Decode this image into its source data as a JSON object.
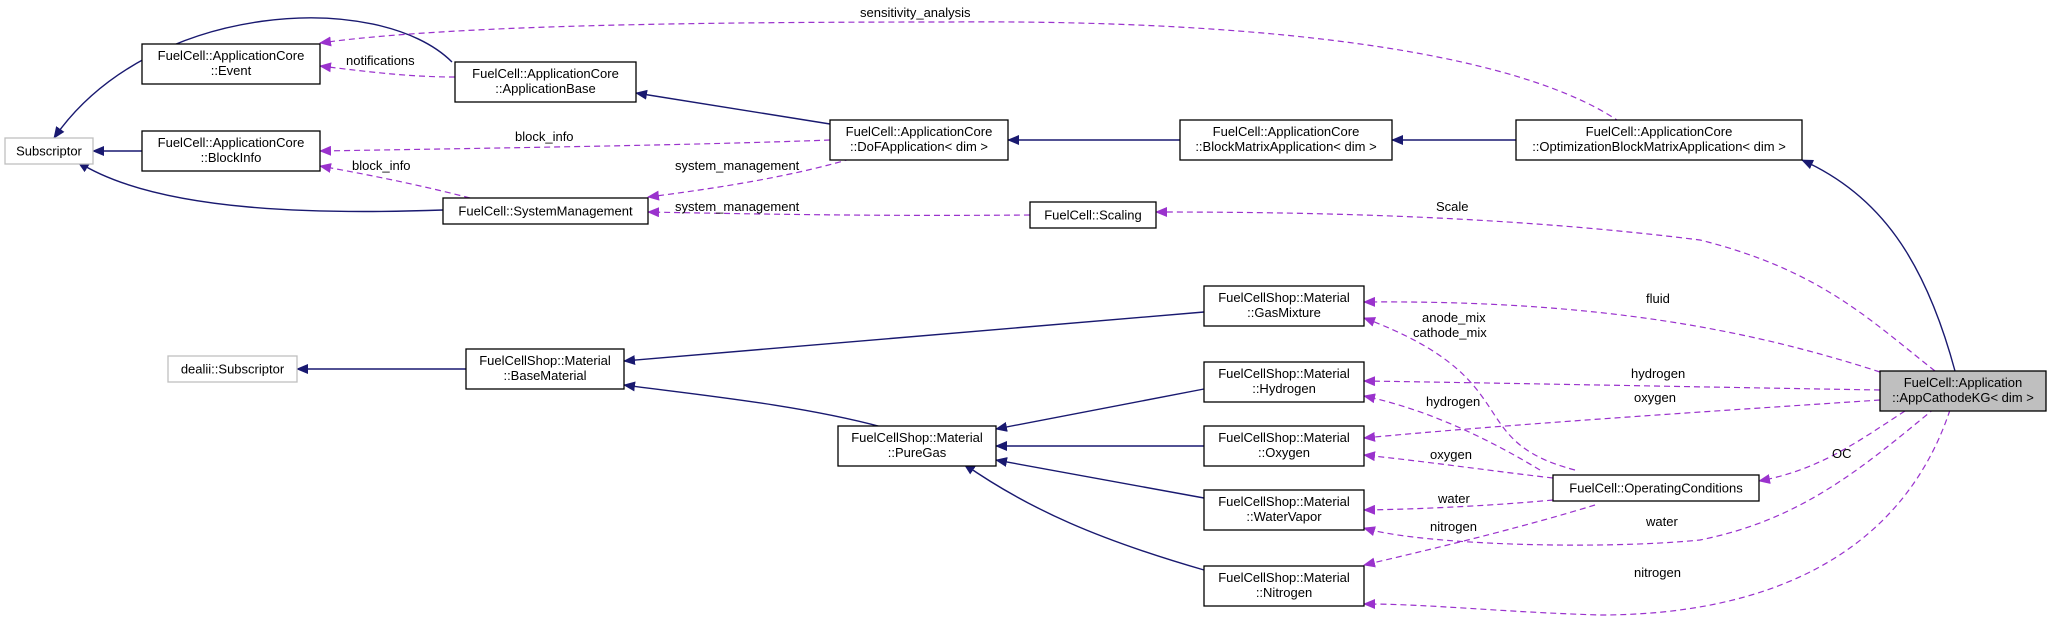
{
  "nodes": {
    "subscriptor": {
      "lines": [
        "Subscriptor"
      ]
    },
    "event": {
      "lines": [
        "FuelCell::ApplicationCore",
        "::Event"
      ]
    },
    "blockinfo": {
      "lines": [
        "FuelCell::ApplicationCore",
        "::BlockInfo"
      ]
    },
    "appbase": {
      "lines": [
        "FuelCell::ApplicationCore",
        "::ApplicationBase"
      ]
    },
    "sysman": {
      "lines": [
        "FuelCell::SystemManagement"
      ]
    },
    "dofapp": {
      "lines": [
        "FuelCell::ApplicationCore",
        "::DoFApplication< dim >"
      ]
    },
    "blockmatrix": {
      "lines": [
        "FuelCell::ApplicationCore",
        "::BlockMatrixApplication< dim >"
      ]
    },
    "optblock": {
      "lines": [
        "FuelCell::ApplicationCore",
        "::OptimizationBlockMatrixApplication< dim >"
      ]
    },
    "scaling": {
      "lines": [
        "FuelCell::Scaling"
      ]
    },
    "dealii": {
      "lines": [
        "dealii::Subscriptor"
      ]
    },
    "basematerial": {
      "lines": [
        "FuelCellShop::Material",
        "::BaseMaterial"
      ]
    },
    "gasmixture": {
      "lines": [
        "FuelCellShop::Material",
        "::GasMixture"
      ]
    },
    "hydrogen": {
      "lines": [
        "FuelCellShop::Material",
        "::Hydrogen"
      ]
    },
    "puregas": {
      "lines": [
        "FuelCellShop::Material",
        "::PureGas"
      ]
    },
    "oxygen": {
      "lines": [
        "FuelCellShop::Material",
        "::Oxygen"
      ]
    },
    "watervapor": {
      "lines": [
        "FuelCellShop::Material",
        "::WaterVapor"
      ]
    },
    "nitrogen": {
      "lines": [
        "FuelCellShop::Material",
        "::Nitrogen"
      ]
    },
    "opcond": {
      "lines": [
        "FuelCell::OperatingConditions"
      ]
    },
    "appcathode": {
      "lines": [
        "FuelCell::Application",
        "::AppCathodeKG< dim >"
      ]
    }
  },
  "edge_labels": {
    "sensitivity_analysis": "sensitivity_analysis",
    "notifications": "notifications",
    "block_info_1": "block_info",
    "block_info_2": "block_info",
    "system_management_1": "system_management",
    "system_management_2": "system_management",
    "scale": "Scale",
    "fluid": "fluid",
    "anode_mix": "anode_mix",
    "cathode_mix": "cathode_mix",
    "hydrogen_1": "hydrogen",
    "hydrogen_2": "hydrogen",
    "oxygen_1": "oxygen",
    "oxygen_2": "oxygen",
    "water_1": "water",
    "water_2": "water",
    "nitrogen_1": "nitrogen",
    "nitrogen_2": "nitrogen",
    "oc": "OC"
  },
  "colors": {
    "inheritance_edge": "#191970",
    "usage_edge": "#9a32cd",
    "external_border": "#bfbfbf",
    "focus_fill": "#bfbfbf"
  }
}
